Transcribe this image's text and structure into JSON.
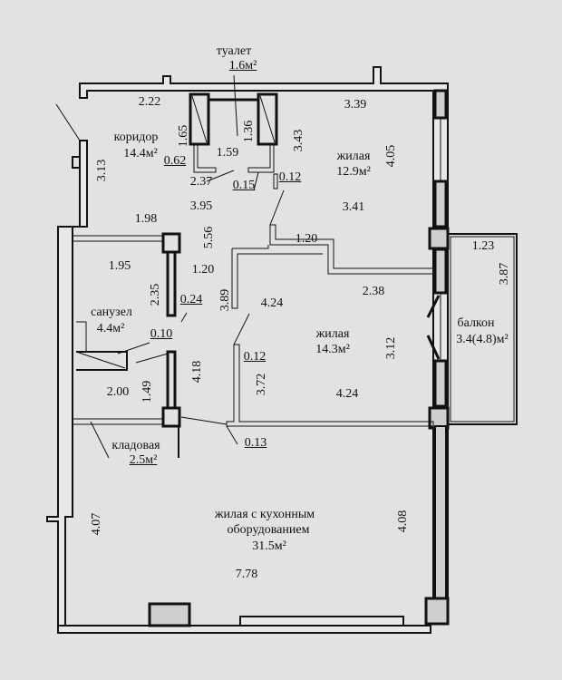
{
  "rooms": {
    "toilet": {
      "name": "туалет",
      "area": "1.6м²"
    },
    "corridor": {
      "name": "коридор",
      "area": "14.4м²"
    },
    "living1": {
      "name": "жилая",
      "area": "12.9м²"
    },
    "bathroom": {
      "name": "санузел",
      "area": "4.4м²"
    },
    "living2": {
      "name": "жилая",
      "area": "14.3м²"
    },
    "balcony": {
      "name": "балкон",
      "area": "3.4(4.8)м²"
    },
    "storage": {
      "name": "кладовая",
      "area": "2.5м²"
    },
    "kitchen_living": {
      "name1": "жилая с кухонным",
      "name2": "оборудованием",
      "area": "31.5м²"
    }
  },
  "dimensions": {
    "d222": "2.22",
    "d165": "1.65",
    "d136": "1.36",
    "d159": "1.59",
    "d343": "3.43",
    "d062": "0.62",
    "d237": "2.37",
    "d015": "0.15",
    "d012a": "0.12",
    "d339": "3.39",
    "d405": "4.05",
    "d313": "3.13",
    "d395": "3.95",
    "d341": "3.41",
    "d198": "1.98",
    "d556": "5.56",
    "d120a": "1.20",
    "d195": "1.95",
    "d120b": "1.20",
    "d235": "2.35",
    "d024": "0.24",
    "d389": "3.89",
    "d424a": "4.24",
    "d238": "2.38",
    "d123": "1.23",
    "d387": "3.87",
    "d010": "0.10",
    "d312": "3.12",
    "d418": "4.18",
    "d012b": "0.12",
    "d372": "3.72",
    "d424b": "4.24",
    "d200": "2.00",
    "d149": "1.49",
    "d013": "0.13",
    "d407": "4.07",
    "d408": "4.08",
    "d778": "7.78"
  }
}
